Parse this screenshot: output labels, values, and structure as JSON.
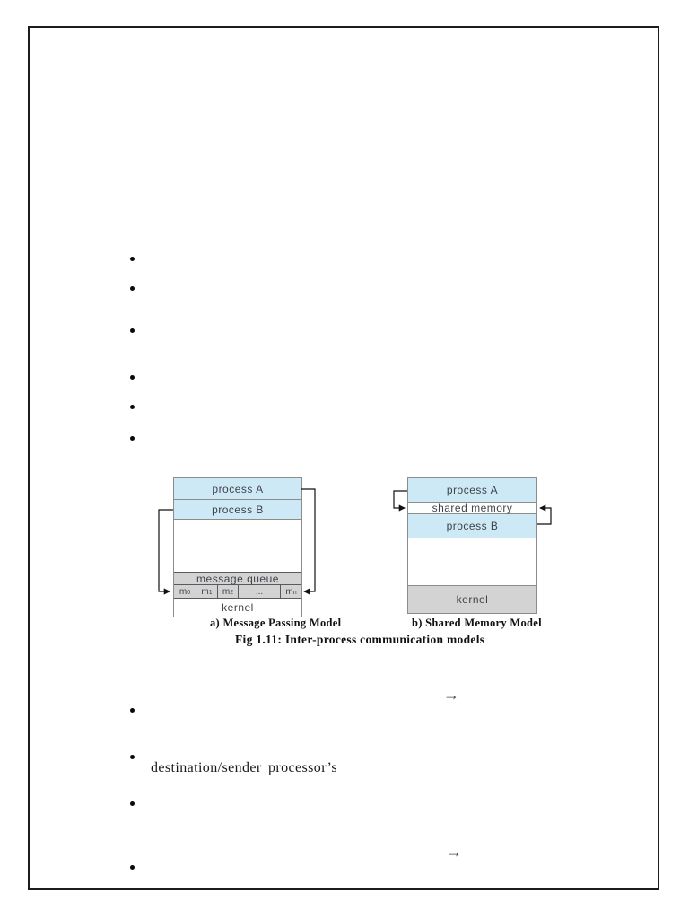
{
  "page": {
    "body_text": "destination/sender processor’s",
    "arrow_glyph": "→"
  },
  "figure": {
    "caption": "Fig 1.11: Inter-process communication models",
    "message_passing": {
      "caption": "a) Message Passing Model",
      "rows": {
        "process_a": "process A",
        "process_b": "process B",
        "message_queue": "message queue",
        "kernel": "kernel"
      },
      "queue_cells": [
        {
          "base": "m",
          "sub": "0"
        },
        {
          "base": "m",
          "sub": "1"
        },
        {
          "base": "m",
          "sub": "2"
        },
        {
          "base": "...",
          "sub": ""
        },
        {
          "base": "m",
          "sub": "n"
        }
      ]
    },
    "shared_memory": {
      "caption": "b) Shared Memory Model",
      "rows": {
        "process_a": "process A",
        "shared_memory": "shared memory",
        "process_b": "process B",
        "kernel": "kernel"
      }
    },
    "colors": {
      "process_fill": "#cee9f6",
      "gray_fill": "#d3d3d3",
      "box_border": "#8c8c8c"
    }
  }
}
